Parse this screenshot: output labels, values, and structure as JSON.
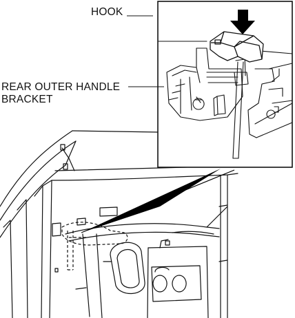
{
  "labels": {
    "hook": "HOOK",
    "bracket_line1": "REAR OUTER HANDLE",
    "bracket_line2": "BRACKET"
  },
  "colors": {
    "line": "#111111",
    "fill": "#ffffff",
    "arrow": "#000000",
    "callout": "#000000"
  },
  "icons": {
    "arrow": "down-arrow-icon"
  }
}
